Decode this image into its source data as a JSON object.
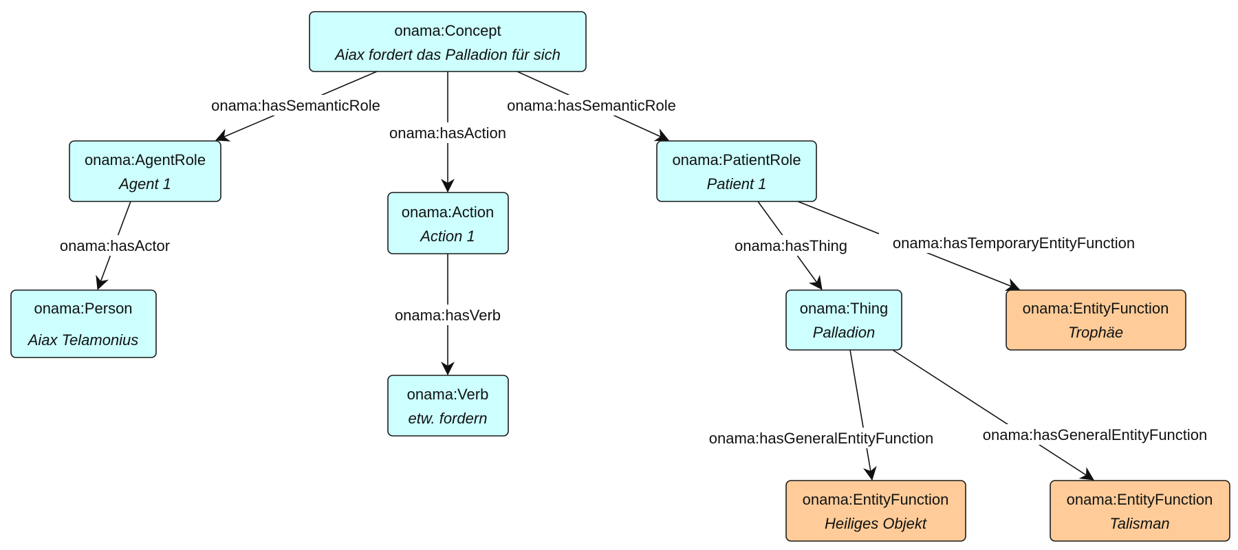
{
  "colors": {
    "instance_fill": "#ccfffe",
    "function_fill": "#ffcc99",
    "stroke": "#1a1a1a"
  },
  "nodes": {
    "concept": {
      "type": "onama:Concept",
      "label": "Aiax fordert das Palladion für sich",
      "kind": "instance"
    },
    "agent_role": {
      "type": "onama:AgentRole",
      "label": "Agent 1",
      "kind": "instance"
    },
    "action": {
      "type": "onama:Action",
      "label": "Action 1",
      "kind": "instance"
    },
    "patient_role": {
      "type": "onama:PatientRole",
      "label": "Patient 1",
      "kind": "instance"
    },
    "person": {
      "type": "onama:Person",
      "label": "Aiax Telamonius",
      "kind": "instance"
    },
    "verb": {
      "type": "onama:Verb",
      "label": "etw. fordern",
      "kind": "instance"
    },
    "thing": {
      "type": "onama:Thing",
      "label": "Palladion",
      "kind": "instance"
    },
    "ef_trophaee": {
      "type": "onama:EntityFunction",
      "label": "Trophäe",
      "kind": "function"
    },
    "ef_heiliges": {
      "type": "onama:EntityFunction",
      "label": "Heiliges Objekt",
      "kind": "function"
    },
    "ef_talisman": {
      "type": "onama:EntityFunction",
      "label": "Talisman",
      "kind": "function"
    }
  },
  "edges": {
    "concept_agent": {
      "label": "onama:hasSemanticRole",
      "from": "concept",
      "to": "agent_role"
    },
    "concept_action": {
      "label": "onama:hasAction",
      "from": "concept",
      "to": "action"
    },
    "concept_patient": {
      "label": "onama:hasSemanticRole",
      "from": "concept",
      "to": "patient_role"
    },
    "agent_person": {
      "label": "onama:hasActor",
      "from": "agent_role",
      "to": "person"
    },
    "action_verb": {
      "label": "onama:hasVerb",
      "from": "action",
      "to": "verb"
    },
    "patient_thing": {
      "label": "onama:hasThing",
      "from": "patient_role",
      "to": "thing"
    },
    "patient_trophaee": {
      "label": "onama:hasTemporaryEntityFunction",
      "from": "patient_role",
      "to": "ef_trophaee"
    },
    "thing_heiliges": {
      "label": "onama:hasGeneralEntityFunction",
      "from": "thing",
      "to": "ef_heiliges"
    },
    "thing_talisman": {
      "label": "onama:hasGeneralEntityFunction",
      "from": "thing",
      "to": "ef_talisman"
    }
  }
}
